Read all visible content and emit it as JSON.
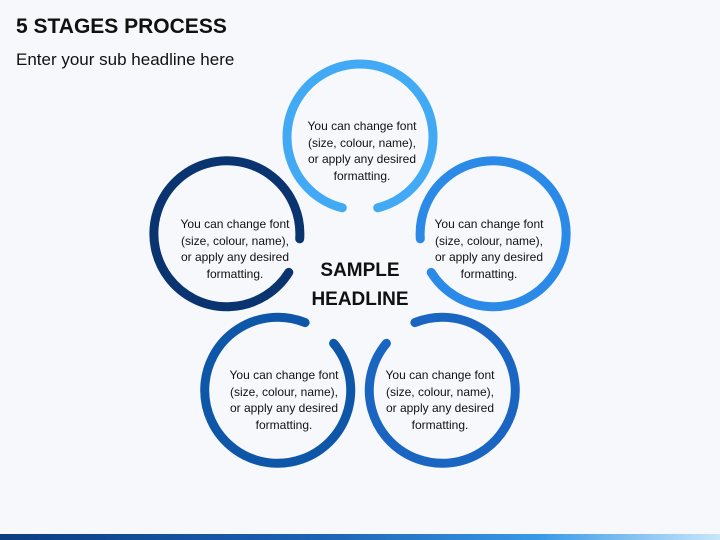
{
  "title": "5 STAGES PROCESS",
  "subtitle": "Enter your sub headline here",
  "center_headline": [
    "SAMPLE",
    "HEADLINE"
  ],
  "stages": [
    {
      "lines": [
        "You can change font",
        "(size, colour, name),",
        "or apply any desired",
        "formatting."
      ],
      "color": "#42aaf5"
    },
    {
      "lines": [
        "You can change font",
        "(size, colour, name),",
        "or apply any desired",
        "formatting."
      ],
      "color": "#2b8ae8"
    },
    {
      "lines": [
        "You can change font",
        "(size, colour, name),",
        "or apply any desired",
        "formatting."
      ],
      "color": "#1a64c2"
    },
    {
      "lines": [
        "You can change font",
        "(size, colour, name),",
        "or apply any desired",
        "formatting."
      ],
      "color": "#0e57a8"
    },
    {
      "lines": [
        "You can change font",
        "(size, colour, name),",
        "or apply any desired",
        "formatting."
      ],
      "color": "#0a3470"
    }
  ]
}
